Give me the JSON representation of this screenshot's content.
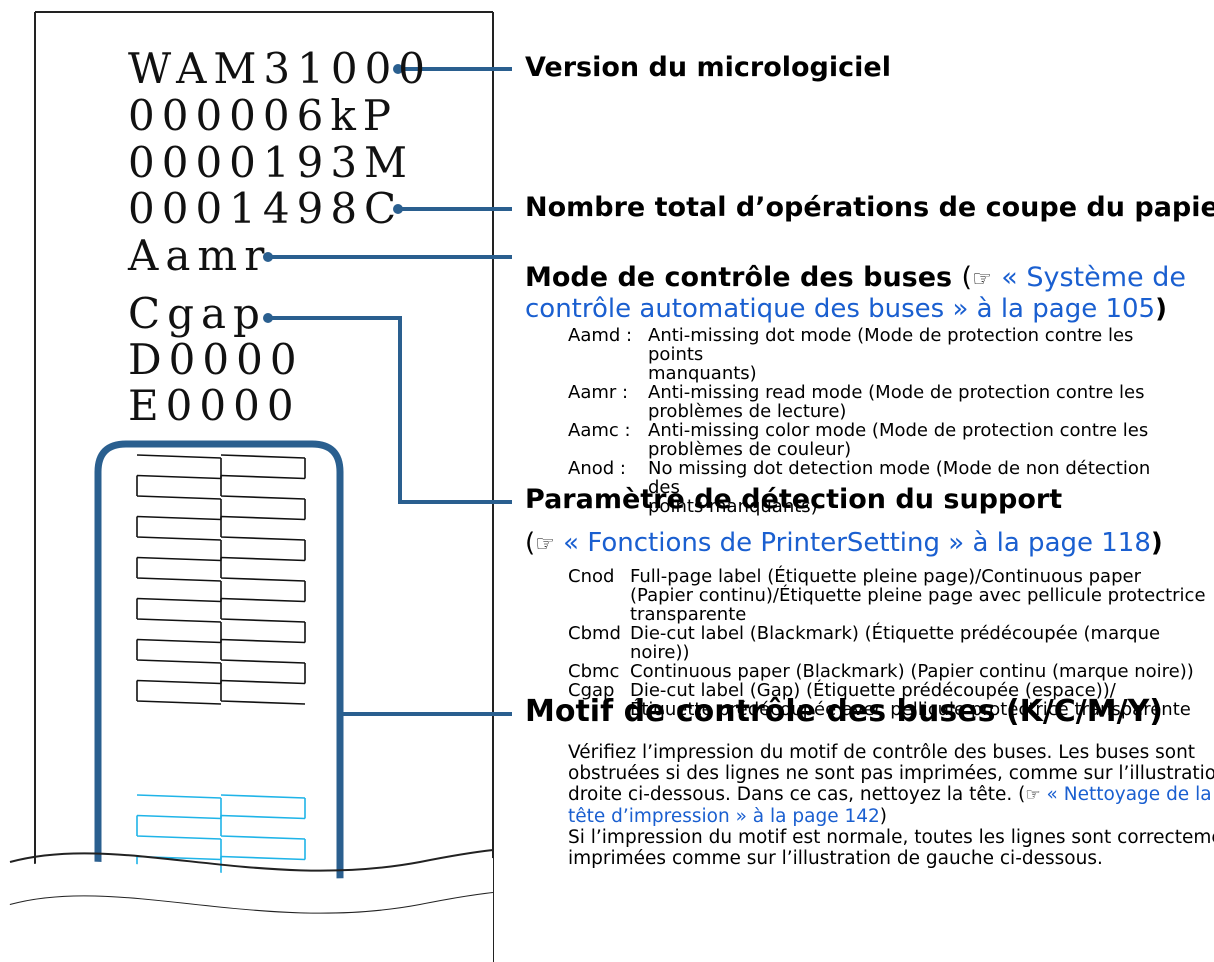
{
  "printout": {
    "lines": [
      "WAM31000",
      "000006kP",
      "0000193M",
      "0001498C",
      "Aamr",
      "Cgap",
      "D0000",
      "E0000"
    ]
  },
  "labels": {
    "firmware": "Version du micrologiciel",
    "cut_count": "Nombre total d’opérations de coupe du papier",
    "nozzle_mode": {
      "title": "Mode de contrôle des buses",
      "ref_part1": "« Système de",
      "ref_part2": "contrôle automatique des buses » à la page 105",
      "close_paren": ")",
      "open_paren": "("
    },
    "media_detect": {
      "title": "Paramètre de détection du support",
      "open_paren": "(",
      "ref": "« Fonctions de PrinterSetting » à la page 118",
      "close_paren": ")"
    },
    "pattern": {
      "title": "Motif de contrôle des buses (K/C/M/Y)"
    }
  },
  "nozzle_modes": [
    {
      "code": "Aamd :",
      "lines": [
        "Anti-missing dot mode (Mode de protection contre les points",
        "manquants)"
      ]
    },
    {
      "code": "Aamr :",
      "lines": [
        "Anti-missing read mode (Mode de protection contre les",
        "problèmes de lecture)"
      ]
    },
    {
      "code": "Aamc :",
      "lines": [
        "Anti-missing color mode (Mode de protection contre les",
        "problèmes de couleur)"
      ]
    },
    {
      "code": "Anod :",
      "lines": [
        "No missing dot detection mode (Mode de non détection des",
        "points manquants)"
      ]
    }
  ],
  "media_modes": [
    {
      "code": "Cnod",
      "lines": [
        "Full-page label (Étiquette pleine page)/Continuous paper",
        "(Papier continu)/Étiquette pleine page avec pellicule protectrice",
        "transparente"
      ]
    },
    {
      "code": "Cbmd",
      "lines": [
        "Die-cut label (Blackmark) (Étiquette prédécoupée (marque",
        "noire))"
      ]
    },
    {
      "code": "Cbmc",
      "lines": [
        "Continuous paper (Blackmark) (Papier continu (marque noire))"
      ]
    },
    {
      "code": "Cgap",
      "lines": [
        "Die-cut label (Gap) (Étiquette prédécoupée (espace))/",
        "Étiquette prédécoupée avec pellicule protectrice transparente"
      ]
    }
  ],
  "pattern_text": {
    "l1": "Vérifiez l’impression du motif de contrôle des buses. Les buses sont",
    "l2": "obstruées si des lignes ne sont pas imprimées, comme sur l’illustration de",
    "l3a": "droite ci-dessous. Dans ce cas, nettoyez la tête. (",
    "l3b": "« Nettoyage de la",
    "l4a": "tête d’impression » à la page 142",
    "l4b": ")",
    "l5": "Si l’impression du motif est normale, toutes les lignes sont correctement",
    "l6": "imprimées comme sur l’illustration de gauche ci-dessous."
  },
  "colors": {
    "accent": "#2a5f8f",
    "link": "#1a5fd0",
    "cyan": "#1fb4e8"
  },
  "icons": [
    "book-reference-icon"
  ]
}
